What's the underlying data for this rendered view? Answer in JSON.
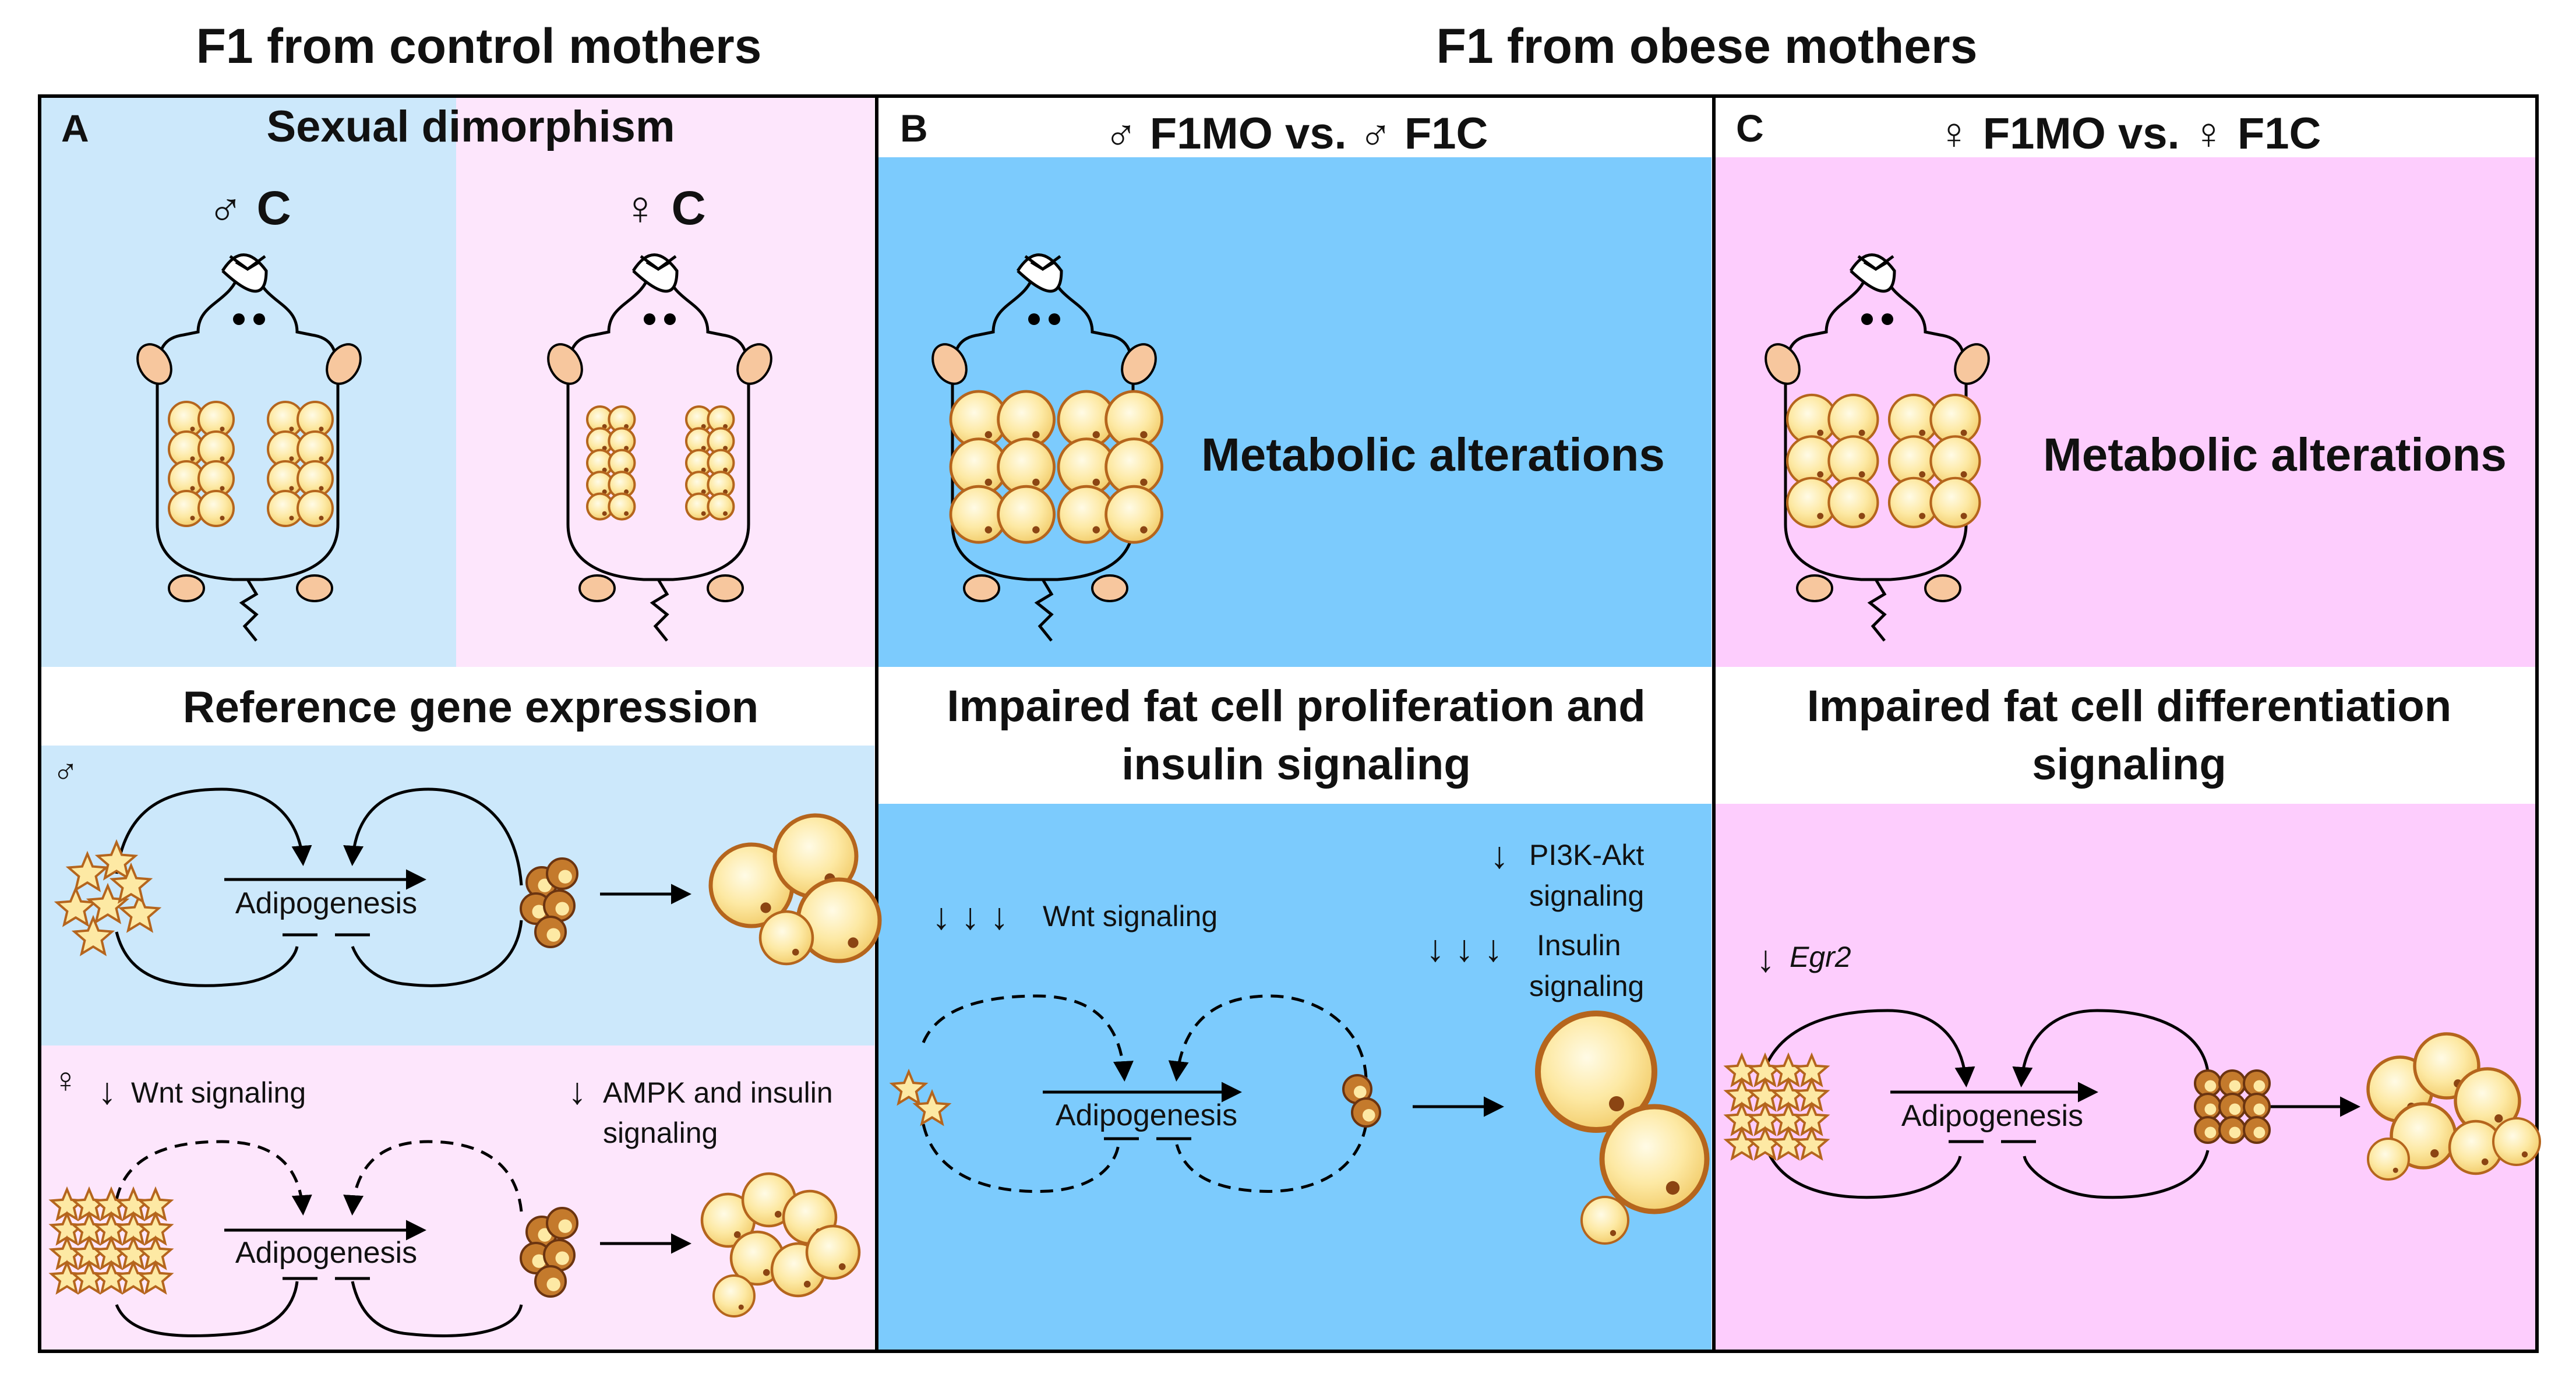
{
  "headers": {
    "left": "F1 from control mothers",
    "right": "F1 from obese mothers"
  },
  "panels": {
    "A": {
      "letter": "A",
      "title": "Sexual dimorphism",
      "male_label": "♂ C",
      "female_label": "♀ C",
      "section_title": "Reference gene expression",
      "male_symbol": "♂",
      "female_symbol": "♀",
      "adipogenesis_male": "Adipogenesis",
      "adipogenesis_female": "Adipogenesis",
      "wnt": "Wnt signaling",
      "ampk_line1": "AMPK and insulin",
      "ampk_line2": "signaling",
      "arrow_down": "↓"
    },
    "B": {
      "letter": "B",
      "title": "♂ F1MO vs. ♂ F1C",
      "metabolic": "Metabolic alterations",
      "section_title_line1": "Impaired fat cell proliferation and",
      "section_title_line2": "insulin signaling",
      "wnt_arrows": "↓ ↓ ↓",
      "wnt": "Wnt signaling",
      "pi3k_arrow": "↓",
      "pi3k_line1": "PI3K-Akt",
      "pi3k_line2": "signaling",
      "insulin_arrows": "↓ ↓ ↓",
      "insulin_line1": "Insulin",
      "insulin_line2": "signaling",
      "adipogenesis": "Adipogenesis"
    },
    "C": {
      "letter": "C",
      "title": "♀ F1MO vs. ♀ F1C",
      "metabolic": "Metabolic alterations",
      "section_title_line1": "Impaired fat cell differentiation",
      "section_title_line2": "signaling",
      "egr_arrow": "↓",
      "egr": "Egr2",
      "adipogenesis": "Adipogenesis"
    }
  },
  "colors": {
    "male_light": "#cce8fb",
    "female_light": "#fde6fc",
    "male_strong": "#7ccbfd",
    "female_strong": "#fdcdfd",
    "fat_fill": "#fde9a4",
    "fat_stroke": "#b5651d",
    "nucleus": "#8b4513",
    "ear": "#f7c79e"
  }
}
